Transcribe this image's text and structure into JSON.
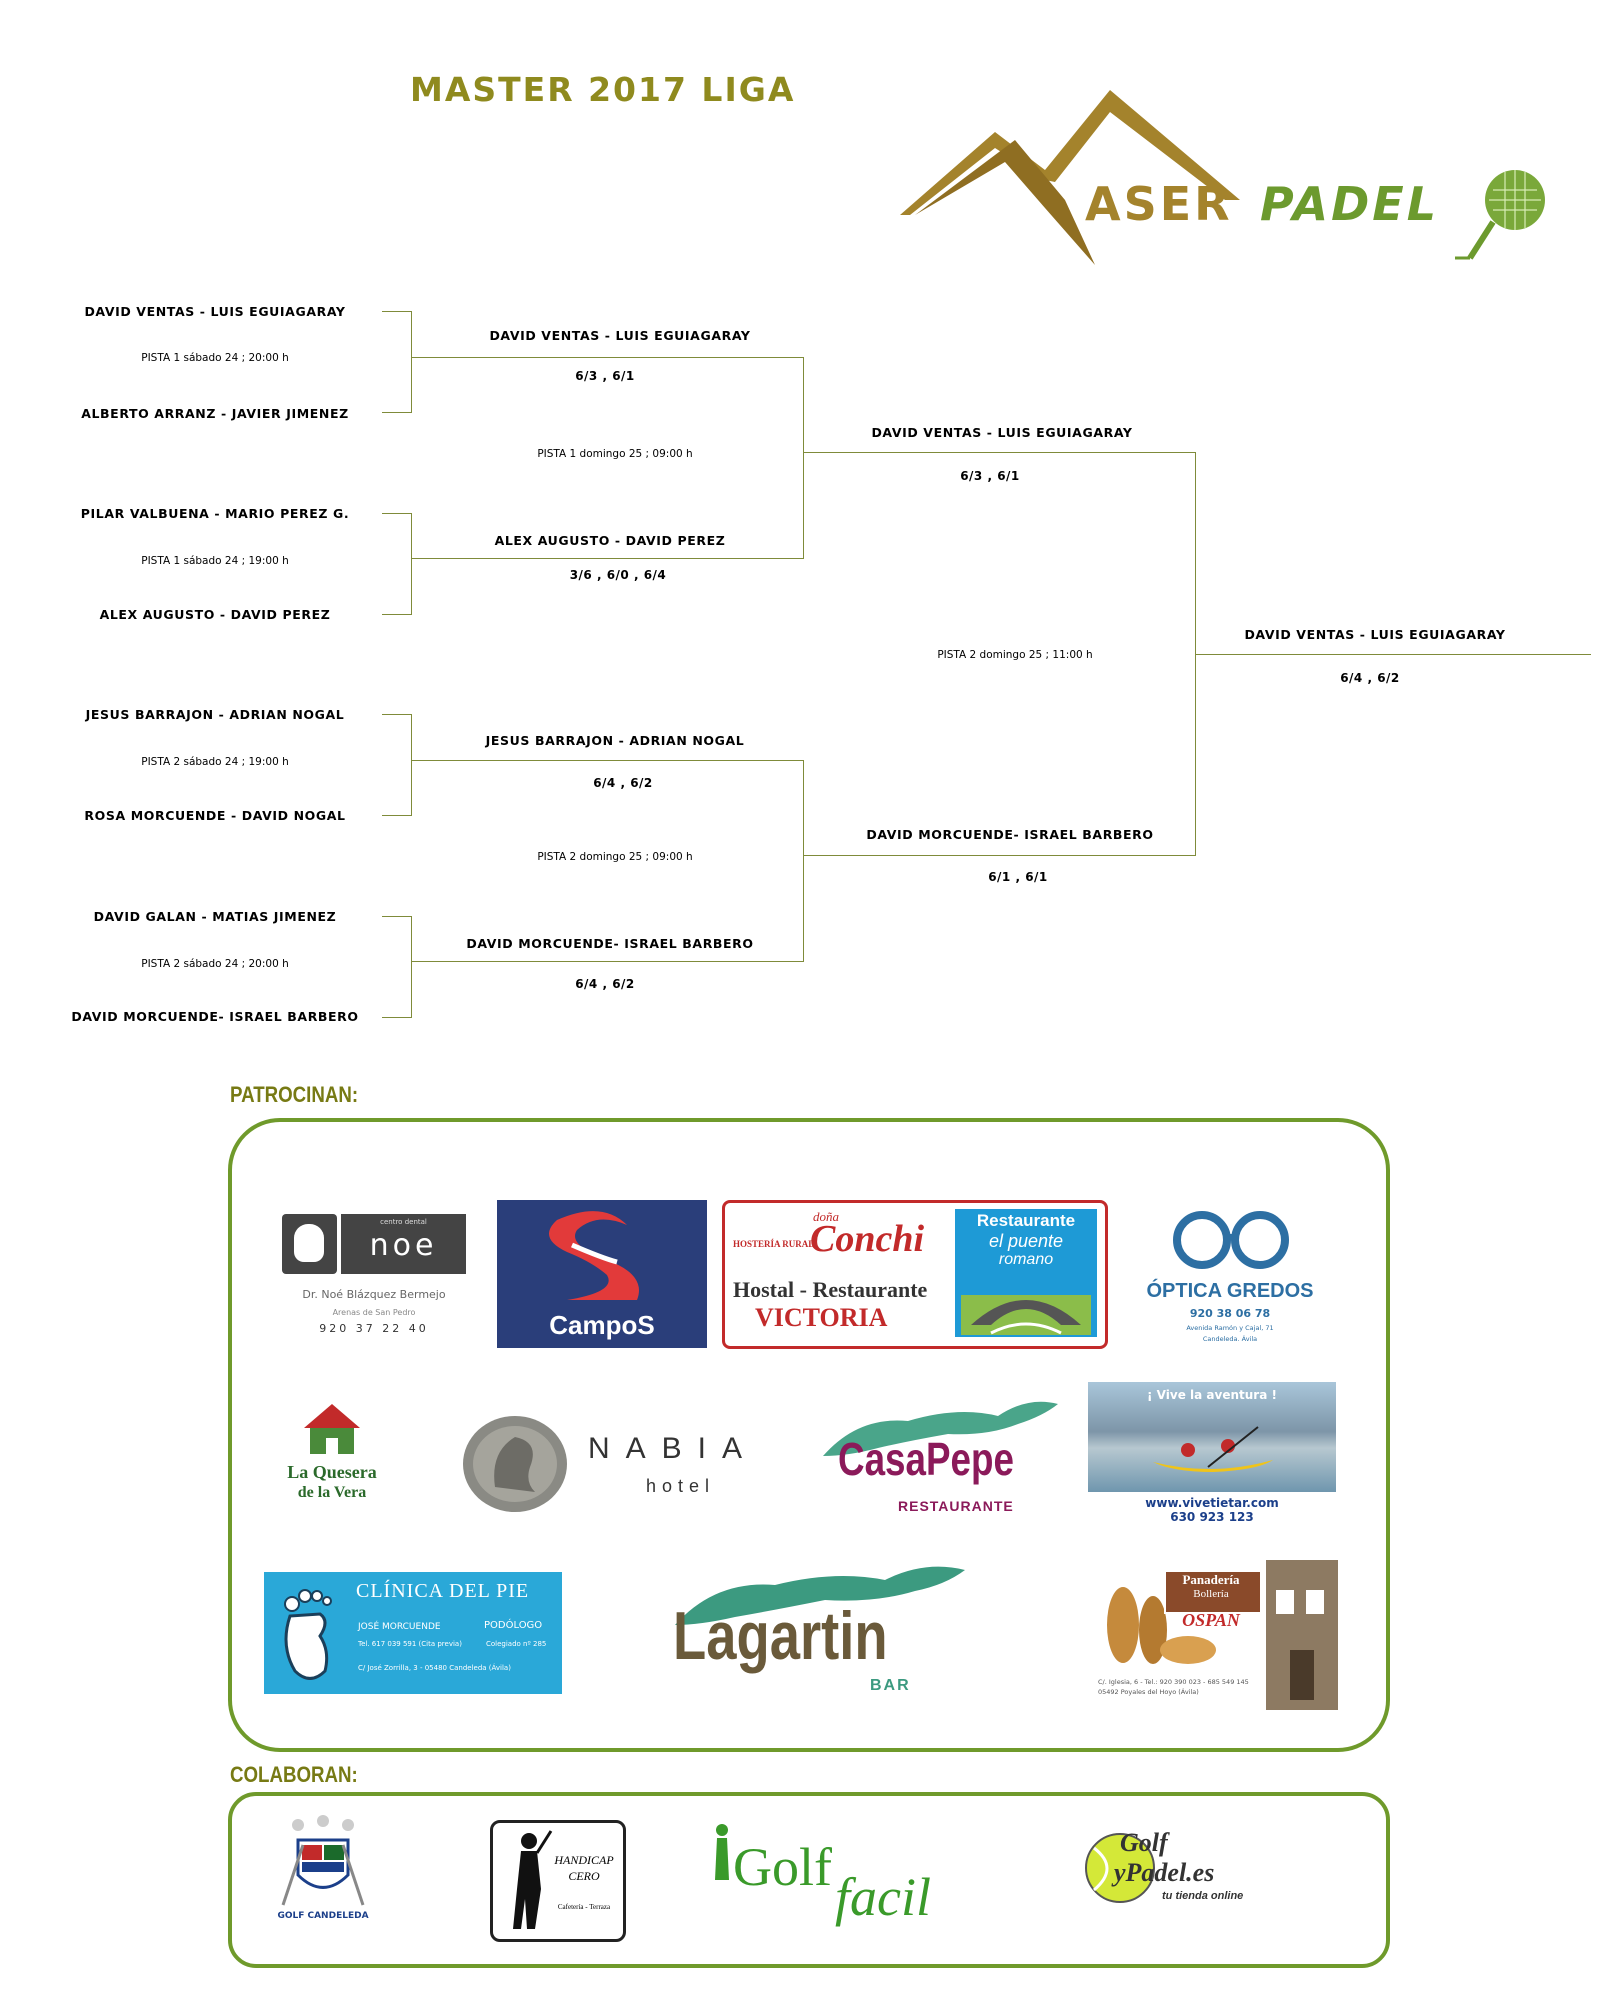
{
  "header": {
    "title": "MASTER 2017 LIGA",
    "logo_text_a": "ASER",
    "logo_text_b": "PADEL"
  },
  "bracket": {
    "round1": [
      {
        "team_a": "DAVID VENTAS - LUIS EGUIAGARAY",
        "schedule": "PISTA 1 sábado 24 ; 20:00 h",
        "team_b": "ALBERTO ARRANZ - JAVIER JIMENEZ"
      },
      {
        "team_a": "PILAR VALBUENA - MARIO PEREZ G.",
        "schedule": "PISTA 1 sábado 24 ; 19:00 h",
        "team_b": "ALEX AUGUSTO - DAVID PEREZ"
      },
      {
        "team_a": "JESUS BARRAJON - ADRIAN NOGAL",
        "schedule": "PISTA 2 sábado 24 ; 19:00 h",
        "team_b": "ROSA MORCUENDE - DAVID NOGAL"
      },
      {
        "team_a": "DAVID GALAN - MATIAS JIMENEZ",
        "schedule": "PISTA 2 sábado 24 ; 20:00 h",
        "team_b": "DAVID MORCUENDE- ISRAEL BARBERO"
      }
    ],
    "round2": [
      {
        "winner": "DAVID VENTAS - LUIS EGUIAGARAY",
        "score": "6/3 , 6/1"
      },
      {
        "winner": "ALEX AUGUSTO - DAVID PEREZ",
        "score": "3/6 , 6/0 , 6/4"
      },
      {
        "winner": "JESUS BARRAJON - ADRIAN NOGAL",
        "score": "6/4 , 6/2"
      },
      {
        "winner": "DAVID MORCUENDE- ISRAEL BARBERO",
        "score": "6/4 , 6/2"
      }
    ],
    "semi_schedules": [
      "PISTA 1 domingo 25 ; 09:00 h",
      "PISTA 2 domingo 25 ; 09:00 h"
    ],
    "round3": [
      {
        "winner": "DAVID VENTAS - LUIS EGUIAGARAY",
        "score": "6/3 , 6/1"
      },
      {
        "winner": "DAVID MORCUENDE- ISRAEL BARBERO",
        "score": "6/1 , 6/1"
      }
    ],
    "final_schedule": "PISTA 2 domingo 25 ; 11:00 h",
    "champion": {
      "winner": "DAVID VENTAS - LUIS EGUIAGARAY",
      "score": "6/4 , 6/2"
    }
  },
  "sponsors": {
    "title": "PATROCINAN:",
    "noe": {
      "brand": "noe",
      "tag": "centro dental",
      "doctor": "Dr. Noé Blázquez Bermejo",
      "town": "Arenas de San Pedro",
      "phone": "920 37 22 40"
    },
    "campos": {
      "name": "CampoS"
    },
    "victoria": {
      "tag": "HOSTERÍA RURAL",
      "dona": "doña",
      "conchi": "Conchi",
      "line1": "Hostal - Restaurante",
      "line2": "VICTORIA",
      "rest1": "Restaurante",
      "rest2": "el puente",
      "rest3": "romano"
    },
    "optica": {
      "name": "ÓPTICA GREDOS",
      "phone": "920 38 06 78",
      "addr": "Avenida Ramón y Cajal, 71",
      "town": "Candeleda. Ávila"
    },
    "quesera": {
      "line1": "La Quesera",
      "line2": "de la Vera"
    },
    "nabia": {
      "name": "NABIA",
      "sub": "hotel"
    },
    "casapepe": {
      "name": "CasaPepe",
      "sub": "RESTAURANTE"
    },
    "vivetietar": {
      "headline": "¡ Vive la aventura !",
      "url": "www.vivetietar.com",
      "phone": "630 923 123"
    },
    "clinica": {
      "name": "CLÍNICA DEL PIE",
      "person": "JOSÉ MORCUENDE",
      "role": "PODÓLOGO",
      "phone": "Tel. 617 039 591 (Cita previa)",
      "coleg": "Colegiado nº 285",
      "addr": "C/ José Zorrilla, 3 - 05480 Candeleda (Ávila)"
    },
    "lagartin": {
      "name": "Lagartin",
      "sub": "BAR"
    },
    "ospan": {
      "line1": "Panadería",
      "line2": "Bollería",
      "line3": "OSPAN",
      "addr1": "C/. Iglesia, 6 - Tel.: 920 390 023 - 685 549 145",
      "addr2": "05492 Poyales del Hoyo (Ávila)"
    }
  },
  "collaborators": {
    "title": "COLABORAN:",
    "golf_candeleda": {
      "name": "GOLF CANDELEDA"
    },
    "handicap": {
      "line1": "HANDICAP",
      "line2": "CERO",
      "line3": "Cafetería - Terraza"
    },
    "golffacil": {
      "name_a": "Golf",
      "name_b": "facil"
    },
    "golfpadel": {
      "line1": "Golf",
      "line2": "yPadel.es",
      "line3": "tu tienda online"
    }
  },
  "colors": {
    "olive": "#8f8a1e",
    "bracket_line": "#7f8b3a",
    "box_border": "#6f9a2b",
    "padel_green": "#6c9a2e"
  }
}
